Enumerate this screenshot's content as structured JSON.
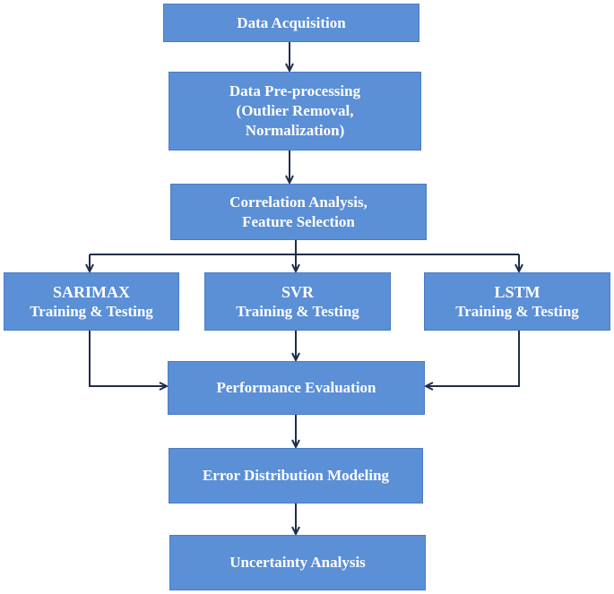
{
  "boxes": {
    "acquisition": [
      "Data Acquisition"
    ],
    "preprocessing": [
      "Data Pre-processing",
      "(Outlier Removal,",
      "Normalization)"
    ],
    "correlation": [
      "Correlation Analysis,",
      "Feature Selection"
    ],
    "sarimax": [
      "SARIMAX",
      "Training & Testing"
    ],
    "svr": [
      "SVR",
      "Training & Testing"
    ],
    "lstm": [
      "LSTM",
      "Training & Testing"
    ],
    "performance": [
      "Performance Evaluation"
    ],
    "error": [
      "Error Distribution Modeling"
    ],
    "uncertainty": [
      "Uncertainty Analysis"
    ]
  },
  "colors": {
    "box_fill": "#5b8fd6",
    "box_text": "#ffffff",
    "arrow": "#1f2d4a"
  }
}
